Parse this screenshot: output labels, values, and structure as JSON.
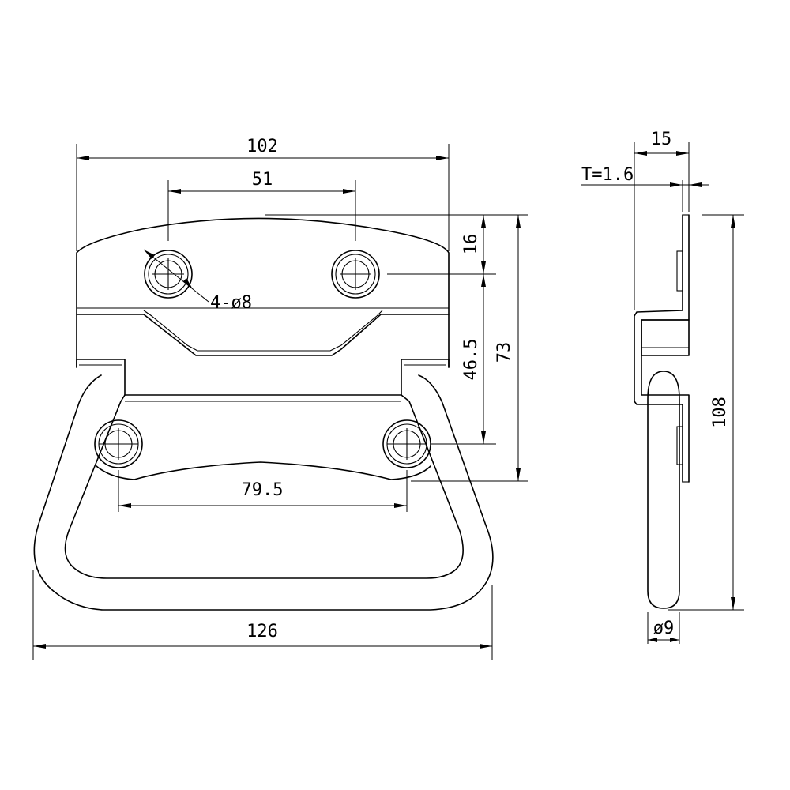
{
  "dimensions": {
    "width_top": "102",
    "hole_spacing_top": "51",
    "hole_callout": "4-ø8",
    "top_offset": "16",
    "hole_spacing_vertical": "46.5",
    "plate_height": "73",
    "hole_spacing_bottom": "79.5",
    "width_overall": "126",
    "depth": "15",
    "thickness": "T=1.6",
    "height_overall": "108",
    "wire_diameter": "ø9"
  }
}
